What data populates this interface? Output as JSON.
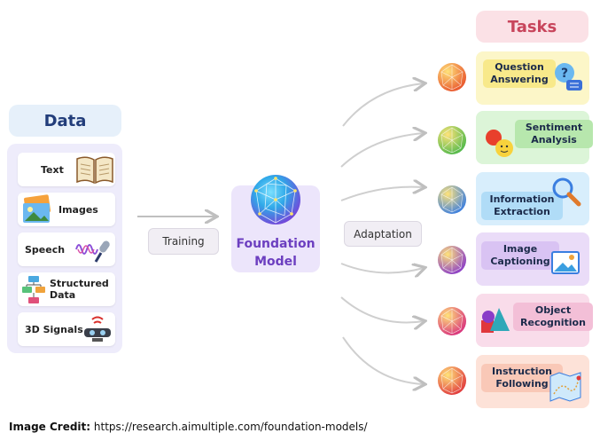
{
  "data_section": {
    "title": "Data",
    "items": [
      {
        "label": "Text",
        "icon": "book-icon"
      },
      {
        "label": "Images",
        "icon": "photo-icon"
      },
      {
        "label": "Speech",
        "icon": "microphone-icon"
      },
      {
        "label": "Structured Data",
        "icon": "flowchart-icon"
      },
      {
        "label": "3D Signals",
        "icon": "sensor-icon"
      }
    ]
  },
  "training_label": "Training",
  "foundation_model": {
    "line1": "Foundation",
    "line2": "Model"
  },
  "adaptation_label": "Adaptation",
  "tasks_section": {
    "title": "Tasks",
    "items": [
      {
        "label": "Question Answering",
        "bg": "#fcf6c8",
        "label_bg": "#f8e98a",
        "sphere": "#e8542c",
        "icon": "question-icon"
      },
      {
        "label": "Sentiment Analysis",
        "bg": "#dcf5d8",
        "label_bg": "#b7e7ad",
        "sphere": "#4fb84a",
        "icon": "emoji-icon"
      },
      {
        "label": "Information Extraction",
        "bg": "#d8eefc",
        "label_bg": "#b0dcf7",
        "sphere": "#3a7ee0",
        "icon": "magnifier-icon"
      },
      {
        "label": "Image Captioning",
        "bg": "#eadcf8",
        "label_bg": "#d9c3f3",
        "sphere": "#8a3cc8",
        "icon": "picture-icon"
      },
      {
        "label": "Object Recognition",
        "bg": "#f9dcea",
        "label_bg": "#f3bfd7",
        "sphere": "#d8307c",
        "icon": "shapes-icon"
      },
      {
        "label": "Instruction Following",
        "bg": "#fde2d8",
        "label_bg": "#f9c8b7",
        "sphere": "#e0383c",
        "icon": "map-icon"
      }
    ]
  },
  "credit": {
    "prefix": "Image Credit:",
    "url": "https://research.aimultiple.com/foundation-models/"
  }
}
